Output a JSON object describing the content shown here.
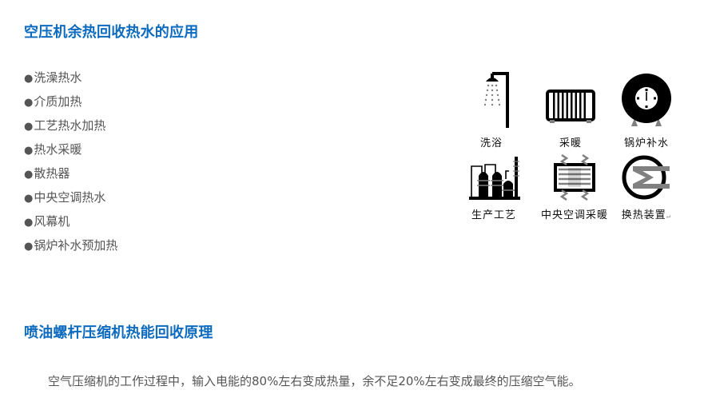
{
  "section1": {
    "title": "空压机余热回收热水的应用",
    "bullet_glyph": "●",
    "items": [
      "洗澡热水",
      "介质加热",
      "工艺热水加热",
      "热水采暖",
      "散热器",
      "中央空调热水",
      "风幕机",
      "锅炉补水预加热"
    ]
  },
  "icons": [
    {
      "name": "shower-icon",
      "label": "洗浴"
    },
    {
      "name": "radiator-icon",
      "label": "采暖"
    },
    {
      "name": "boiler-icon",
      "label": "锅炉补水"
    },
    {
      "name": "factory-icon",
      "label": "生产工艺"
    },
    {
      "name": "hvac-coil-icon",
      "label": "中央空调采暖"
    },
    {
      "name": "heat-exchanger-icon",
      "label": "换热装置",
      "suffix": "↵"
    }
  ],
  "section2": {
    "title": "喷油螺杆压缩机热能回收原理",
    "paragraph": "空气压缩机的工作过程中，输入电能的80%左右变成热量，余不足20%左右变成最终的压缩空气能。"
  },
  "colors": {
    "heading": "#0d6bbf",
    "body_text": "#555555",
    "icon_dark": "#000000",
    "icon_gray": "#808080"
  }
}
